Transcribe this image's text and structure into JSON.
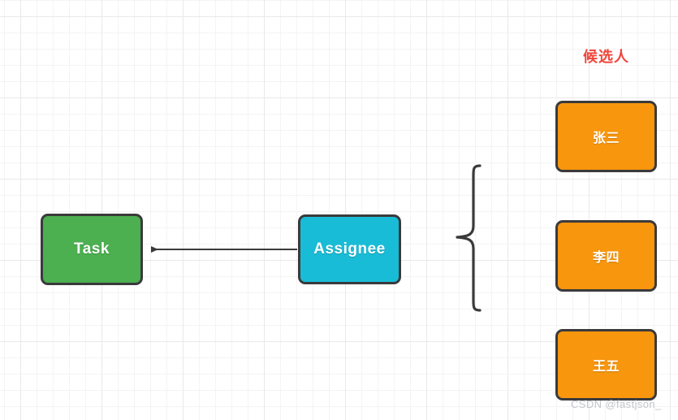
{
  "diagram": {
    "title_note": "候选人",
    "nodes": {
      "task": {
        "label": "Task",
        "color": "#4caf50"
      },
      "assignee": {
        "label": "Assignee",
        "color": "#19bcd6"
      }
    },
    "candidates": [
      {
        "label": "张三",
        "color": "#f8960d"
      },
      {
        "label": "李四",
        "color": "#f8960d"
      },
      {
        "label": "王五",
        "color": "#f8960d"
      }
    ],
    "accent_red": "#f0453a",
    "border_color": "#3a3a3c",
    "edge": {
      "name": "assignee-to-task-arrow",
      "direction": "left"
    },
    "brace": {
      "name": "curly-brace",
      "orientation": "left-facing"
    }
  },
  "watermark": {
    "text": "CSDN @fastjson_"
  }
}
